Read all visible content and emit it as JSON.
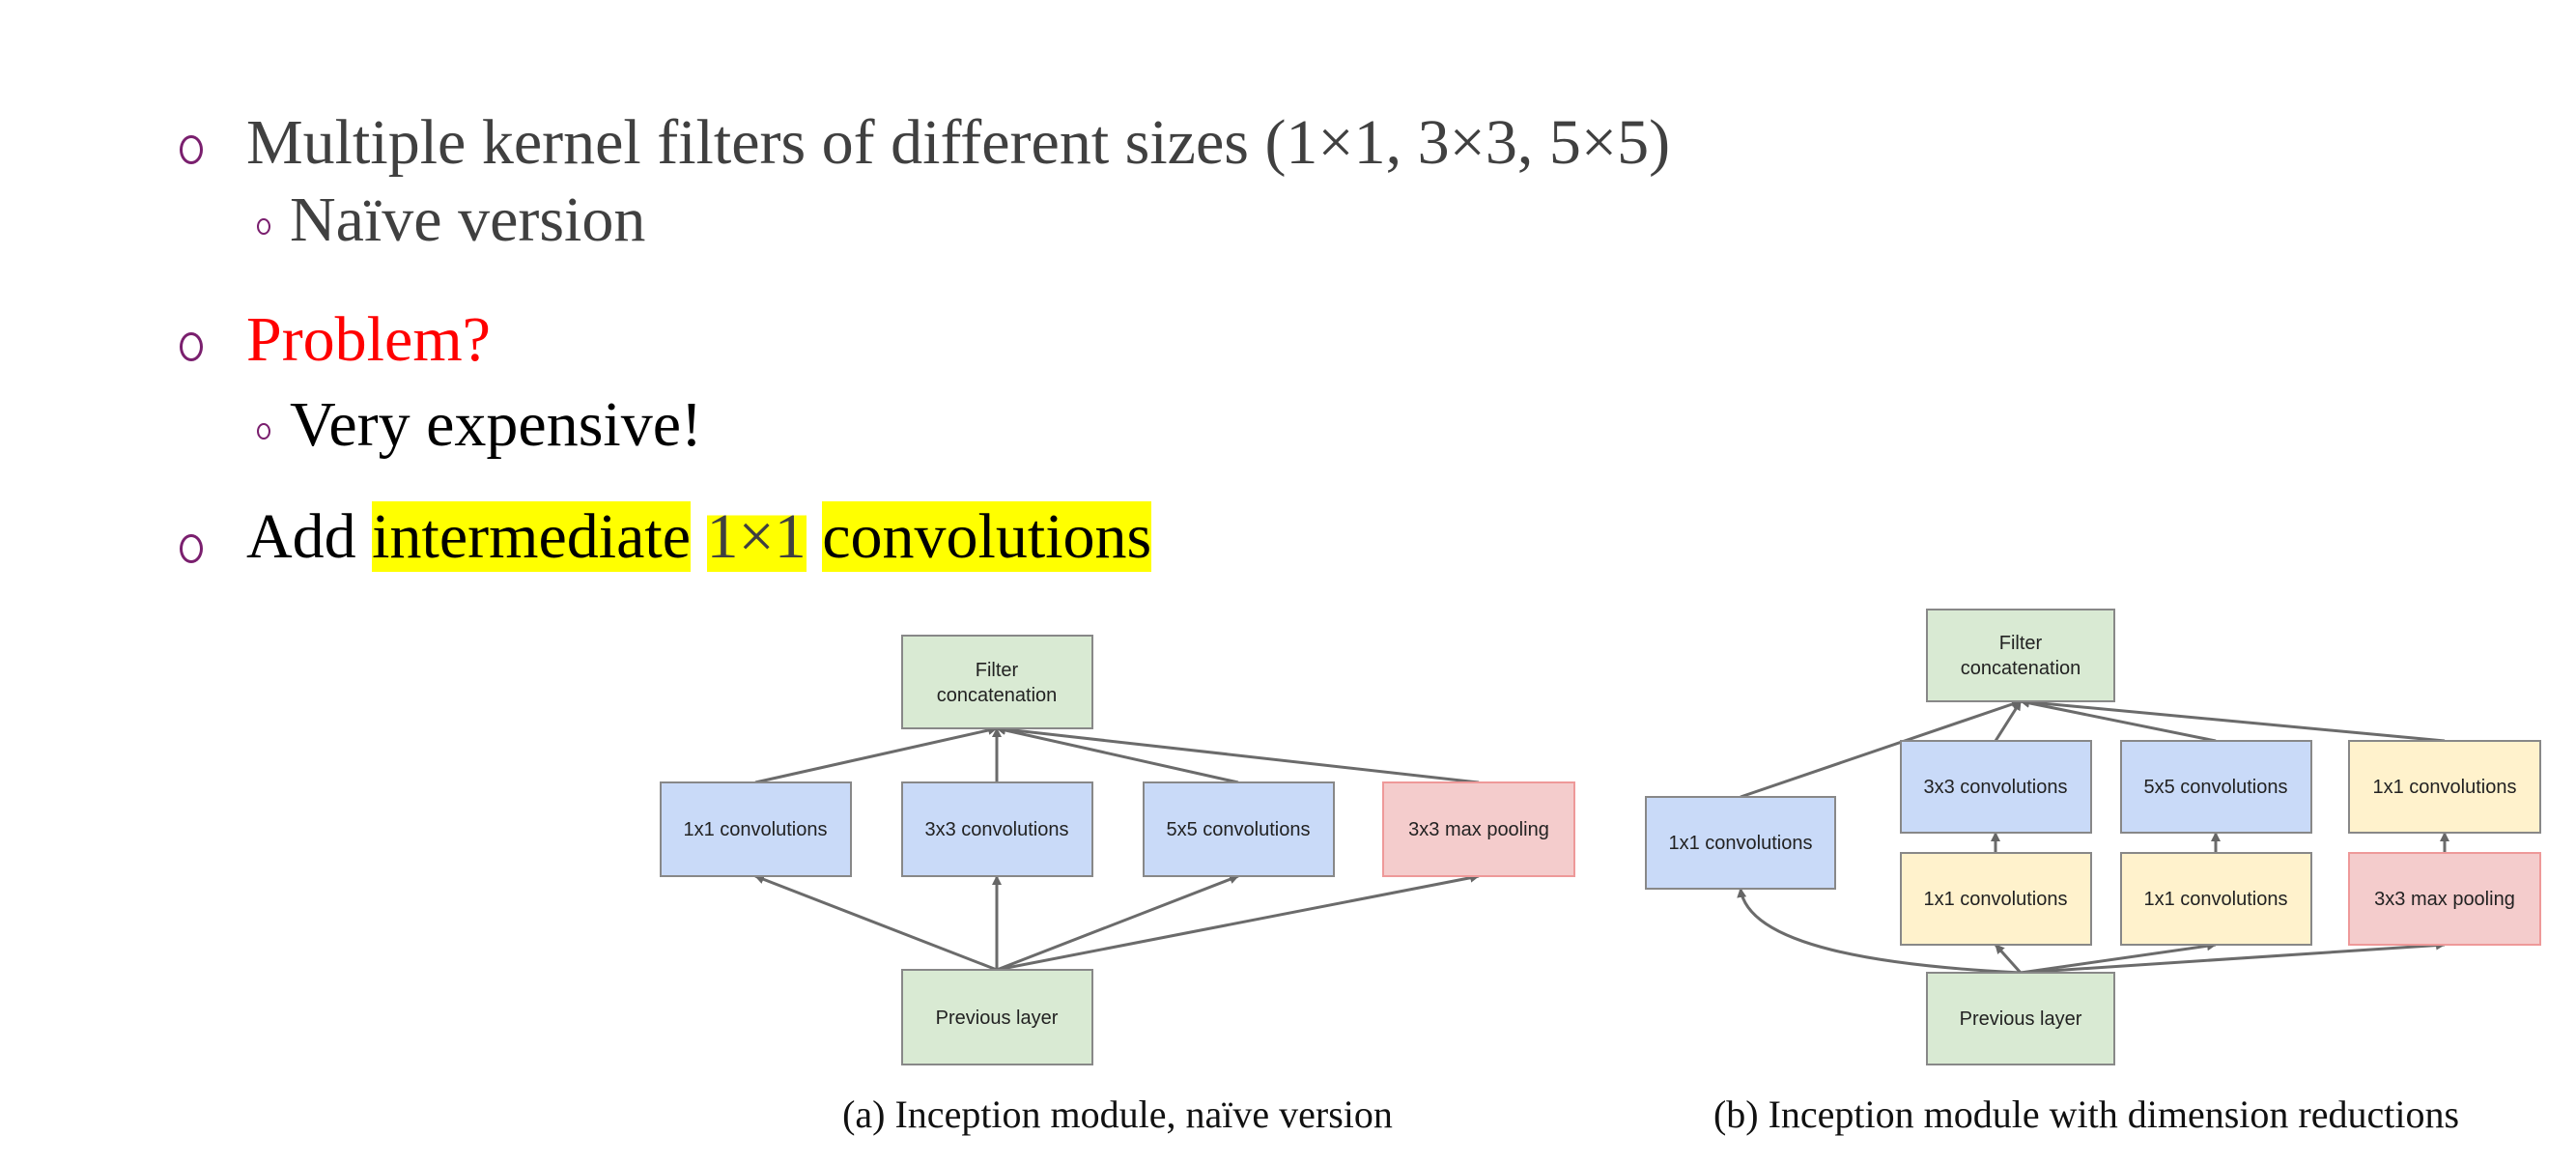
{
  "bullets": [
    {
      "text": "Multiple kernel filters of different sizes (1×1, 3×3, 5×5)",
      "sub": "Naïve version"
    },
    {
      "text": "Problem?",
      "sub": "Very expensive!"
    },
    {
      "text_plain": "Add",
      "text_hl1": "intermediate",
      "text_math": "1×1",
      "text_hl2": "convolutions"
    }
  ],
  "colors": {
    "bullet": "#7a1f6e",
    "problem": "#ff0000",
    "highlight": "#ffff00",
    "green": "#d9ead3",
    "blue": "#c9daf8",
    "red": "#f4cccc",
    "yellow": "#fff2cc"
  },
  "figure_a": {
    "concat_1": "Filter",
    "concat_2": "concatenation",
    "conv1": "1x1 convolutions",
    "conv3": "3x3 convolutions",
    "conv5": "5x5 convolutions",
    "pool": "3x3 max pooling",
    "prev": "Previous layer",
    "caption": "(a)  Inception module, naïve version"
  },
  "figure_b": {
    "concat_1": "Filter",
    "concat_2": "concatenation",
    "conv1": "1x1 convolutions",
    "conv3": "3x3 convolutions",
    "conv5": "5x5 convolutions",
    "pool_proj": "1x1 convolutions",
    "red3": "1x1 convolutions",
    "red5": "1x1 convolutions",
    "pool": "3x3 max pooling",
    "prev": "Previous layer",
    "caption": "(b)  Inception module with dimension reductions"
  }
}
